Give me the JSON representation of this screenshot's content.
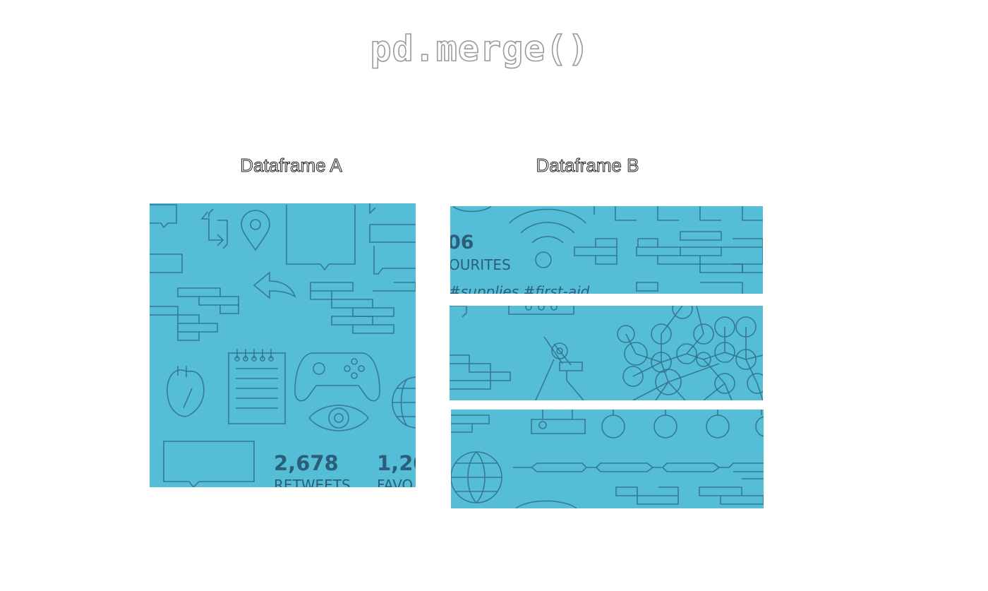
{
  "title": "pd.merge()",
  "dataframe_a": {
    "label": "Dataframe A",
    "stats": [
      {
        "value": "2,678",
        "caption": "RETWEETS"
      },
      {
        "value": "1,20",
        "caption": "FAVO"
      }
    ],
    "icons": [
      "speech-bubble-icon",
      "retweet-icon",
      "location-pin-icon",
      "reply-icon",
      "notepad-icon",
      "heart-organ-icon",
      "gamepad-icon",
      "eye-icon",
      "globe-icon"
    ]
  },
  "dataframe_b": {
    "label": "Dataframe B",
    "slices": [
      {
        "number": "06",
        "caption": "OURITES",
        "hashtags": "#supplies #first-aid"
      },
      {},
      {}
    ],
    "icons": [
      "wifi-icon",
      "microscope-icon",
      "network-graph-icon",
      "globe-icon"
    ]
  },
  "colors": {
    "panel": "#56bdd6",
    "ink": "#2f6f89",
    "label_stroke": "#222222",
    "title_stroke": "#9a9a9a"
  }
}
